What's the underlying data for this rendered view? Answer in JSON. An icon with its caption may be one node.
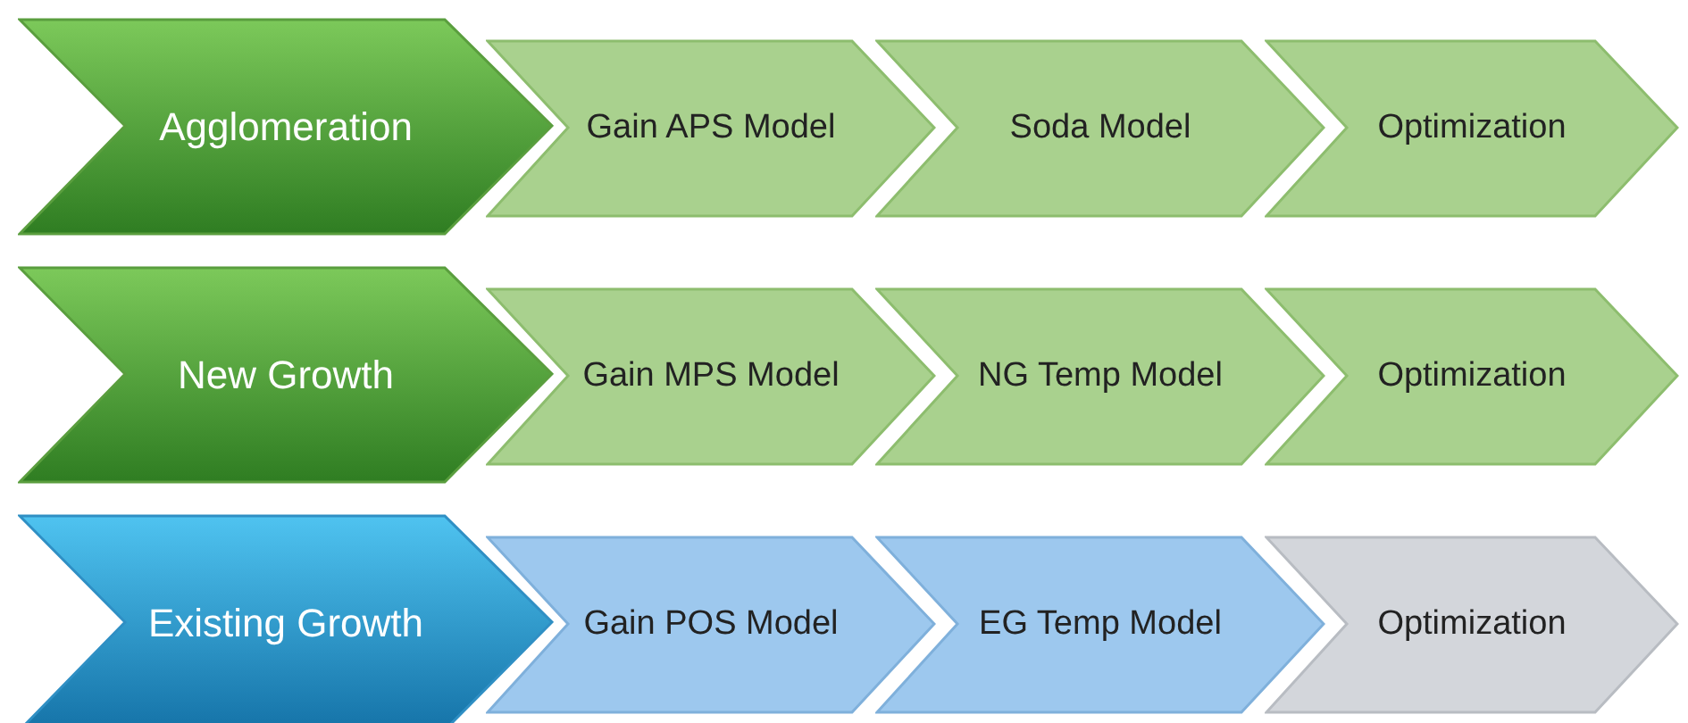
{
  "diagram": {
    "nodes": [
      {
        "text": [
          "Agglomeration"
        ]
      },
      {
        "text": [
          "Gain APS Model"
        ]
      },
      {
        "text": [
          "Soda Model"
        ]
      },
      {
        "text": [
          "Optimization"
        ]
      },
      {
        "text": [
          "New Growth"
        ]
      },
      {
        "text": [
          "Gain MPS Model"
        ]
      },
      {
        "text": [
          "NG Temp Model"
        ]
      },
      {
        "text": [
          "Optimization"
        ]
      },
      {
        "text": [
          "Existing Growth"
        ]
      },
      {
        "text": [
          "Gain POS Model"
        ]
      },
      {
        "text": [
          "EG Temp Model"
        ]
      },
      {
        "text": [
          "Optimization"
        ]
      }
    ]
  }
}
